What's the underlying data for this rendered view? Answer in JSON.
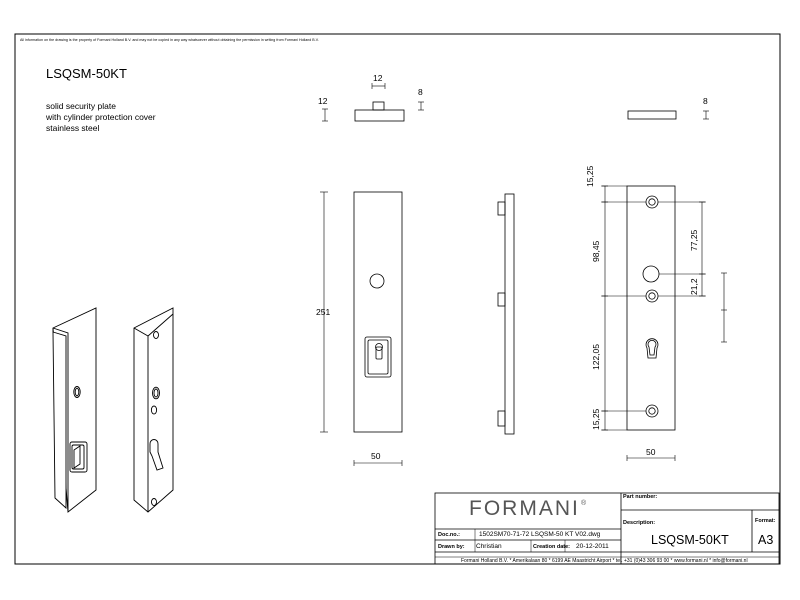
{
  "disclaimer": "All information on the drawing is the property of Formani Holland B.V. and may not be copied in any way whatsoever without obtaining the permission in writing from Formani Holland B.V.",
  "product": {
    "code": "LSQSM-50KT",
    "description": [
      "solid security plate",
      "with cylinder protection cover",
      "stainless steel"
    ]
  },
  "dimensions": {
    "top_width": "12",
    "top_height_left": "12",
    "top_thickness": "8",
    "side_thickness": "8",
    "overall_height": "251",
    "front_width": "50",
    "rear_width": "50",
    "d_top": "15,25",
    "d_upper": "98,45",
    "d_spindle": "77,25",
    "d_gap": "21,2",
    "d_lower": "122,05",
    "d_bottom": "15,25"
  },
  "title_block": {
    "logo": "FORMANI",
    "logo_mark": "®",
    "part_number_label": "Part number:",
    "description_label": "Description:",
    "part_name": "LSQSM-50KT",
    "format_label": "Format:",
    "format_value": "A3",
    "doc_label": "Doc.no.:",
    "doc_value": "1502SM70-71-72 LSQSM-50 KT V02.dwg",
    "drawn_label": "Drawn by:",
    "drawn_value": "Christian",
    "creation_label": "Creation date:",
    "creation_value": "20-12-2011",
    "footer": "Formani Holland B.V. * Amerikalaan 80 * 6199 AE Maastricht Airport * tel. +31 (0)43 306 93 00 * www.formani.nl * info@formani.nl"
  }
}
